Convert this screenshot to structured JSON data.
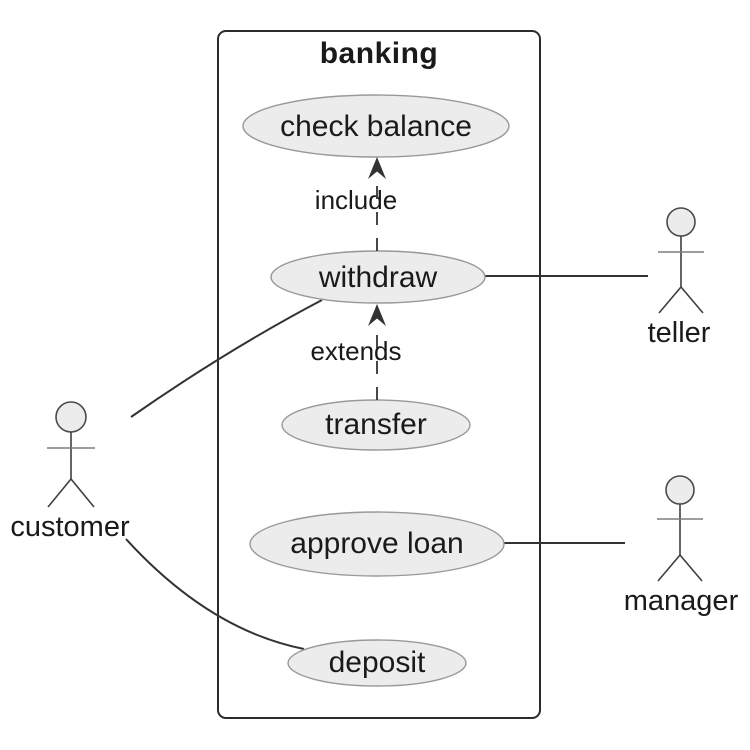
{
  "diagram": {
    "type": "use-case-diagram",
    "system": {
      "label": "banking"
    },
    "usecases": [
      {
        "id": "check-balance",
        "label": "check balance"
      },
      {
        "id": "withdraw",
        "label": "withdraw"
      },
      {
        "id": "transfer",
        "label": "transfer"
      },
      {
        "id": "approve-loan",
        "label": "approve loan"
      },
      {
        "id": "deposit",
        "label": "deposit"
      }
    ],
    "actors": [
      {
        "id": "customer",
        "label": "customer"
      },
      {
        "id": "teller",
        "label": "teller"
      },
      {
        "id": "manager",
        "label": "manager"
      }
    ],
    "relationships": [
      {
        "from": "withdraw",
        "to": "check-balance",
        "label": "include",
        "style": "dashed-arrow"
      },
      {
        "from": "transfer",
        "to": "withdraw",
        "label": "extends",
        "style": "dashed-arrow"
      },
      {
        "from": "customer",
        "to": "withdraw",
        "label": "",
        "style": "solid"
      },
      {
        "from": "customer",
        "to": "deposit",
        "label": "",
        "style": "solid"
      },
      {
        "from": "teller",
        "to": "withdraw",
        "label": "",
        "style": "solid"
      },
      {
        "from": "manager",
        "to": "approve-loan",
        "label": "",
        "style": "solid"
      }
    ],
    "colors": {
      "node_fill": "#ececec",
      "node_stroke": "#999999",
      "boundary_stroke": "#2b2b2b",
      "edge_stroke": "#333333",
      "text": "#1a1a1a",
      "background": "#ffffff"
    }
  }
}
